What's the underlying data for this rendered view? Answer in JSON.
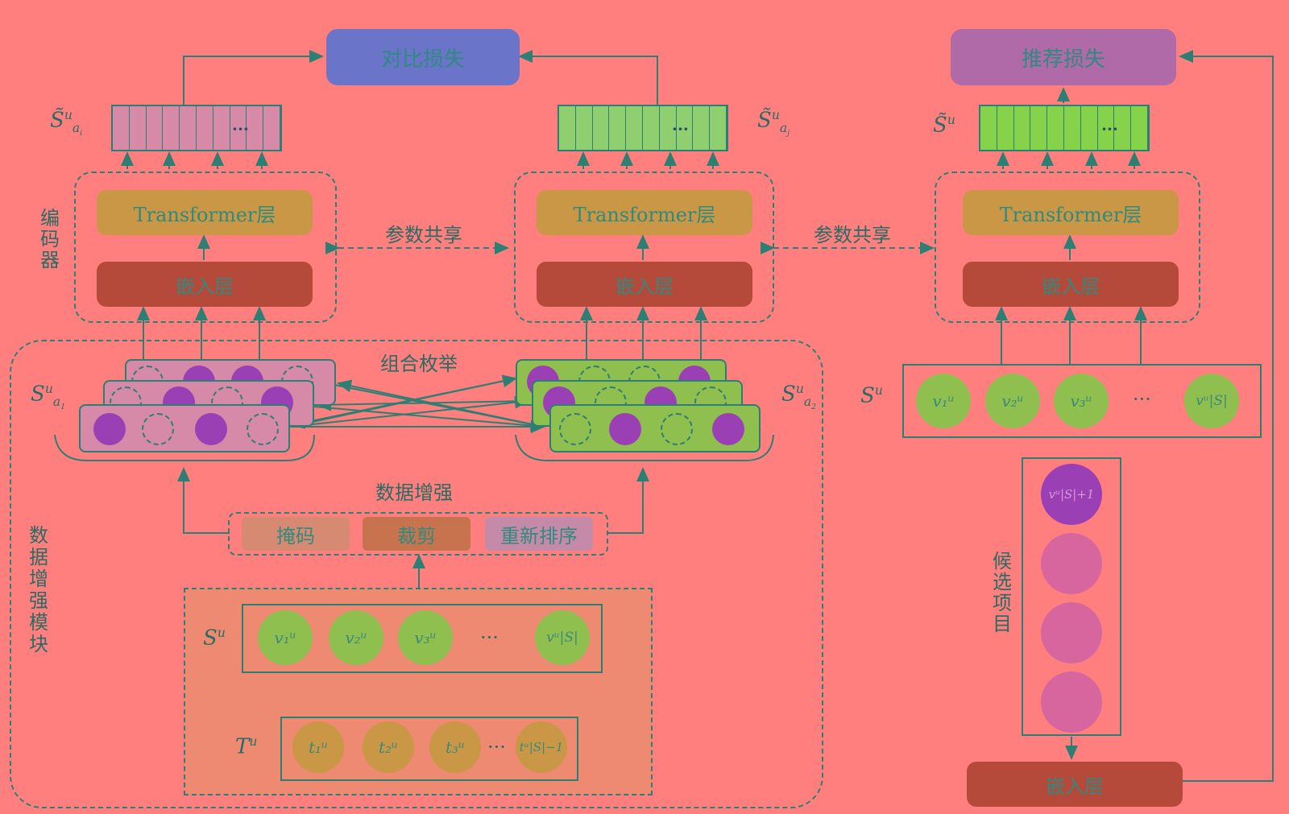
{
  "losses": {
    "contrastive": "对比损失",
    "recommendation": "推荐损失"
  },
  "encoder_label": "编码器",
  "layers": {
    "transformer": "Transformer层",
    "embedding": "嵌入层"
  },
  "param_share": "参数共享",
  "combination": "组合枚举",
  "data_augmentation": "数据增强",
  "augmentation_ops": {
    "mask": "掩码",
    "crop": "裁剪",
    "reorder": "重新排序"
  },
  "module_label": "数据增强模块",
  "candidate_label": "候选项目",
  "ellipsis": "…",
  "dots": "···",
  "symbols": {
    "S_a_i_tilde": "S̃",
    "S_a_j_tilde": "S̃",
    "S_u_tilde": "S̃",
    "S_a1": "S",
    "S_a2": "S",
    "S_u": "S",
    "T_u": "T",
    "sup_u": "u"
  },
  "items": {
    "v1": "v₁ᵘ",
    "v2": "v₂ᵘ",
    "v3": "v₃ᵘ",
    "vS": "vᵘ|S|",
    "vS1": "vᵘ|S|+1",
    "t1": "t₁ᵘ",
    "t2": "t₂ᵘ",
    "t3": "t₃ᵘ",
    "tS1": "tᵘ|S|−1"
  },
  "colors": {
    "background": "#ff7f7f",
    "contrastive_loss": "#6a74c9",
    "recommendation_loss": "#b06aa8",
    "transformer": "#c99745",
    "embedding": "#b54a3a",
    "line": "#2e7f73"
  }
}
